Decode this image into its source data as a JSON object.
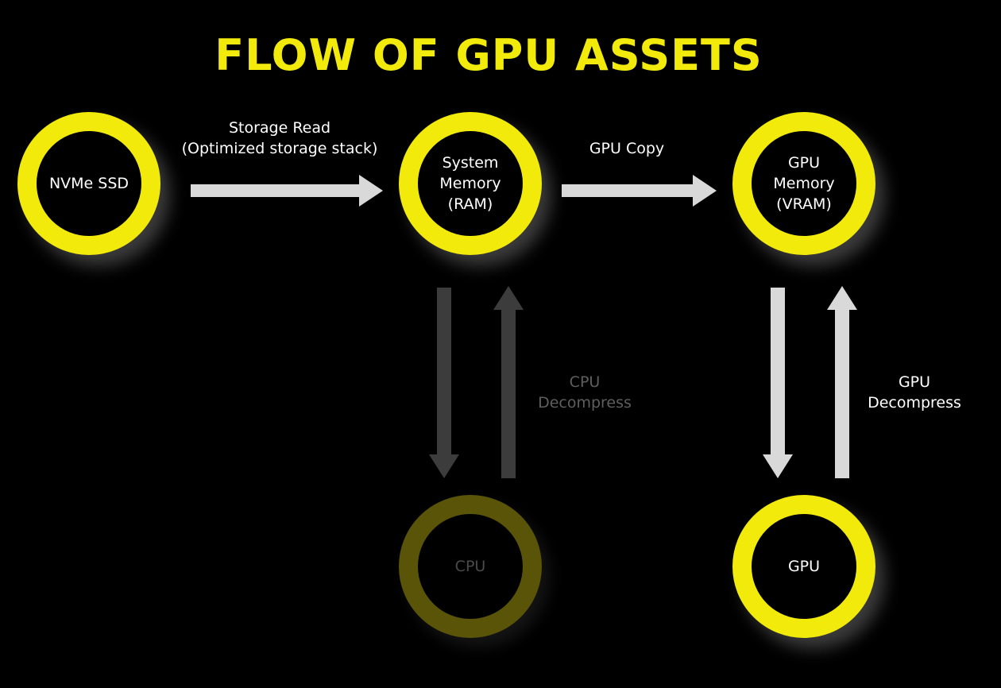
{
  "title": "FLOW OF GPU ASSETS",
  "colors": {
    "accent": "#f2ea0a",
    "accent_dim": "#595408",
    "arrow": "#d9d9d9",
    "arrow_dim": "#3c3c3c"
  },
  "nodes": {
    "ssd": {
      "label": "NVMe SSD"
    },
    "ram": {
      "label": "System\nMemory\n(RAM)"
    },
    "vram": {
      "label": "GPU\nMemory\n(VRAM)"
    },
    "cpu": {
      "label": "CPU"
    },
    "gpu": {
      "label": "GPU"
    }
  },
  "edges": {
    "storage_read": {
      "label": "Storage Read\n(Optimized storage stack)"
    },
    "gpu_copy": {
      "label": "GPU Copy"
    },
    "cpu_decompress": {
      "label": "CPU\nDecompress"
    },
    "gpu_decompress": {
      "label": "GPU\nDecompress"
    }
  }
}
